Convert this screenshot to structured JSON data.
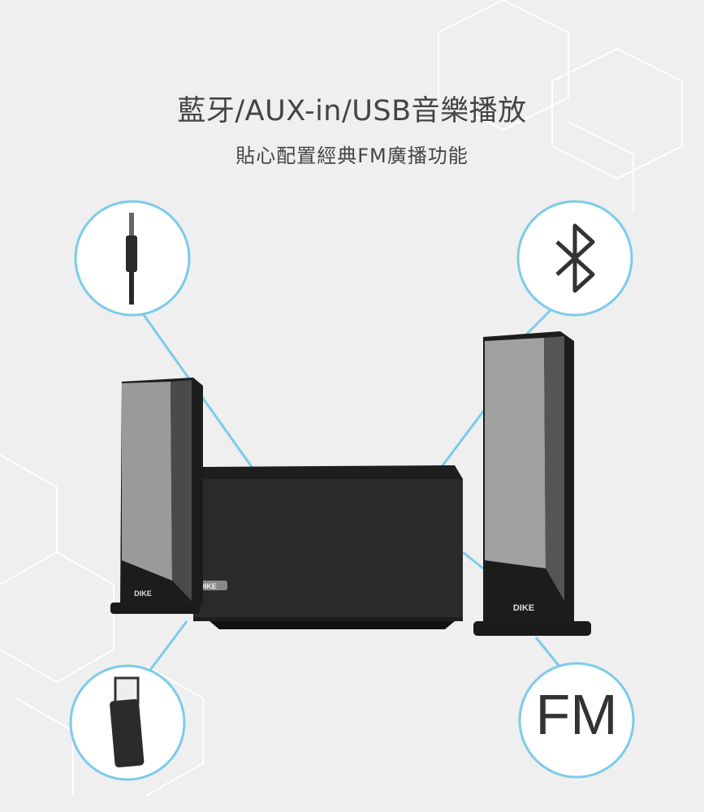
{
  "title": "藍牙/AUX-in/USB音樂播放",
  "subtitle": "貼心配置經典FM廣播功能",
  "features": [
    {
      "name": "aux-in",
      "icon": "audio-jack-icon"
    },
    {
      "name": "bluetooth",
      "icon": "bluetooth-icon"
    },
    {
      "name": "usb",
      "icon": "usb-drive-icon"
    },
    {
      "name": "fm",
      "icon": "fm-text",
      "label": "FM"
    }
  ],
  "brand": "DIKE",
  "colors": {
    "accent": "#7ccbea",
    "background": "#efefef",
    "text": "#444444",
    "speaker": "#222222"
  }
}
